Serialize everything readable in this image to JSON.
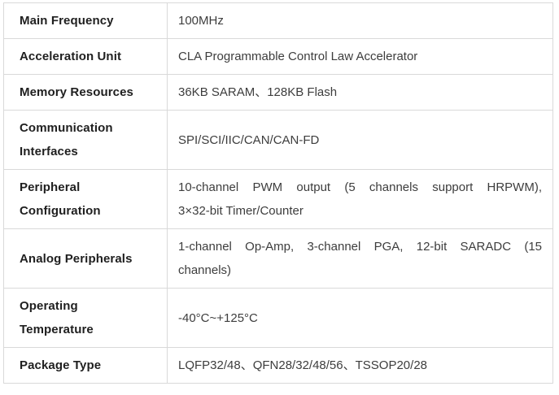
{
  "page": {
    "background": "#ffffff"
  },
  "table": {
    "border_color": "#d9d9d9",
    "label_color": "#1f1f1f",
    "value_color": "#3d3d3d",
    "rows": [
      {
        "label": "Main Frequency",
        "value": "100MHz",
        "label_lines": [
          "Main Frequency"
        ],
        "value_lines": [
          "100MHz"
        ]
      },
      {
        "label": "Acceleration Unit",
        "value": "CLA Programmable Control Law Accelerator",
        "label_lines": [
          "Acceleration Unit"
        ],
        "value_lines": [
          "CLA Programmable Control Law Accelerator"
        ]
      },
      {
        "label": "Memory Resources",
        "value": "36KB SARAM、128KB Flash",
        "label_lines": [
          "Memory Resources"
        ],
        "value_lines": [
          "36KB SARAM、128KB Flash"
        ]
      },
      {
        "label": "Communication Interfaces",
        "value": "SPI/SCI/IIC/CAN/CAN-FD",
        "label_lines": [
          "Communication",
          "Interfaces"
        ],
        "value_lines": [
          "SPI/SCI/IIC/CAN/CAN-FD"
        ]
      },
      {
        "label": "Peripheral Configuration",
        "value": "10-channel PWM output (5 channels support HRPWM), 3×32-bit Timer/Counter",
        "label_lines": [
          "Peripheral",
          "Configuration"
        ],
        "value_lines": [
          "10-channel PWM output (5 channels support HRPWM),",
          "3×32-bit Timer/Counter"
        ]
      },
      {
        "label": "Analog Peripherals",
        "value": "1-channel Op-Amp, 3-channel PGA, 12-bit SARADC (15 channels)",
        "label_lines": [
          "Analog Peripherals"
        ],
        "value_lines": [
          "1-channel Op-Amp, 3-channel PGA, 12-bit SARADC (15",
          "channels)"
        ]
      },
      {
        "label": "Operating Temperature",
        "value": "-40°C~+125°C",
        "label_lines": [
          "Operating",
          "Temperature"
        ],
        "value_lines": [
          "-40°C~+125°C"
        ]
      },
      {
        "label": "Package Type",
        "value": "LQFP32/48、QFN28/32/48/56、TSSOP20/28",
        "label_lines": [
          "Package Type"
        ],
        "value_lines": [
          "LQFP32/48、QFN28/32/48/56、TSSOP20/28"
        ]
      }
    ]
  }
}
